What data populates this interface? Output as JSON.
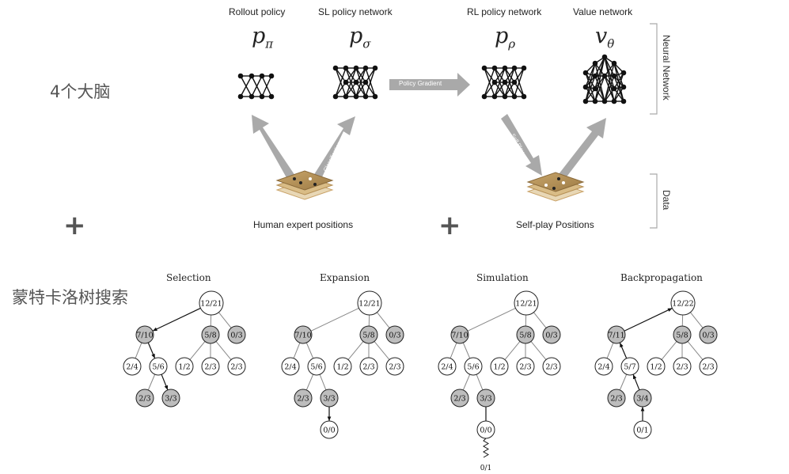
{
  "left_labels": {
    "brains": "4个大脑",
    "mcts": "蒙特卡洛树搜索",
    "plus": "+"
  },
  "networks": [
    {
      "title": "Rollout policy",
      "symbol": "p",
      "sub": "π"
    },
    {
      "title": "SL policy network",
      "symbol": "p",
      "sub": "σ"
    },
    {
      "title": "RL policy network",
      "symbol": "p",
      "sub": "ρ"
    },
    {
      "title": "Value network",
      "symbol": "v",
      "sub": "θ"
    }
  ],
  "arrows": {
    "policy_gradient": "Policy Gradient",
    "classification": "Classification",
    "self_play": "Self Play",
    "regression": "Regression"
  },
  "data_captions": {
    "human": "Human expert positions",
    "selfplay": "Self-play Positions"
  },
  "side_labels": {
    "neural": "Neural Network",
    "data": "Data"
  },
  "mcts": [
    {
      "title": "Selection",
      "root": "12/21",
      "l1": [
        "7/10",
        "5/8",
        "0/3"
      ],
      "l2": [
        "2/4",
        "5/6",
        "1/2",
        "2/3",
        "2/3"
      ],
      "l3": [
        "2/3",
        "3/3"
      ]
    },
    {
      "title": "Expansion",
      "root": "12/21",
      "l1": [
        "7/10",
        "5/8",
        "0/3"
      ],
      "l2": [
        "2/4",
        "5/6",
        "1/2",
        "2/3",
        "2/3"
      ],
      "l3": [
        "2/3",
        "3/3"
      ],
      "l4": "0/0"
    },
    {
      "title": "Simulation",
      "root": "12/21",
      "l1": [
        "7/10",
        "5/8",
        "0/3"
      ],
      "l2": [
        "2/4",
        "5/6",
        "1/2",
        "2/3",
        "2/3"
      ],
      "l3": [
        "2/3",
        "3/3"
      ],
      "l4": "0/0",
      "outcome": "0/1"
    },
    {
      "title": "Backpropagation",
      "root": "12/22",
      "l1": [
        "7/11",
        "5/8",
        "0/3"
      ],
      "l2": [
        "2/4",
        "5/7",
        "1/2",
        "2/3",
        "2/3"
      ],
      "l3": [
        "2/3",
        "3/4"
      ],
      "l4": "0/1"
    }
  ]
}
